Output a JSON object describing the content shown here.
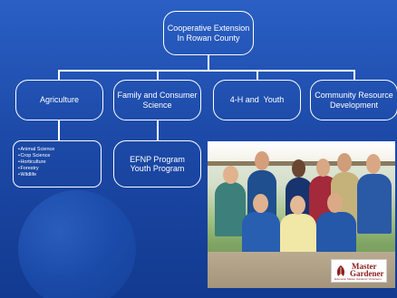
{
  "org_chart": {
    "root": {
      "line1": "Cooperative Extension",
      "line2": "In Rowan County"
    },
    "branches": [
      {
        "label": "Agriculture"
      },
      {
        "label": "Family and Consumer Science"
      },
      {
        "label": "4-H and  Youth"
      },
      {
        "label": "Community Resource Development"
      }
    ],
    "agriculture_items": [
      "Animal Science",
      "Crop Science",
      "Horticulture",
      "Forestry",
      "Wildlife"
    ],
    "family_children": {
      "line1": "EFNP Program",
      "line2": "Youth Program"
    }
  },
  "photo": {
    "logo": {
      "line1": "Master",
      "line2": "Gardener",
      "tagline": "Extension Master Gardener Volunteers"
    }
  },
  "colors": {
    "background": "#1d4aa8",
    "line": "#ffffff",
    "logo_text": "#8b1d1d"
  }
}
